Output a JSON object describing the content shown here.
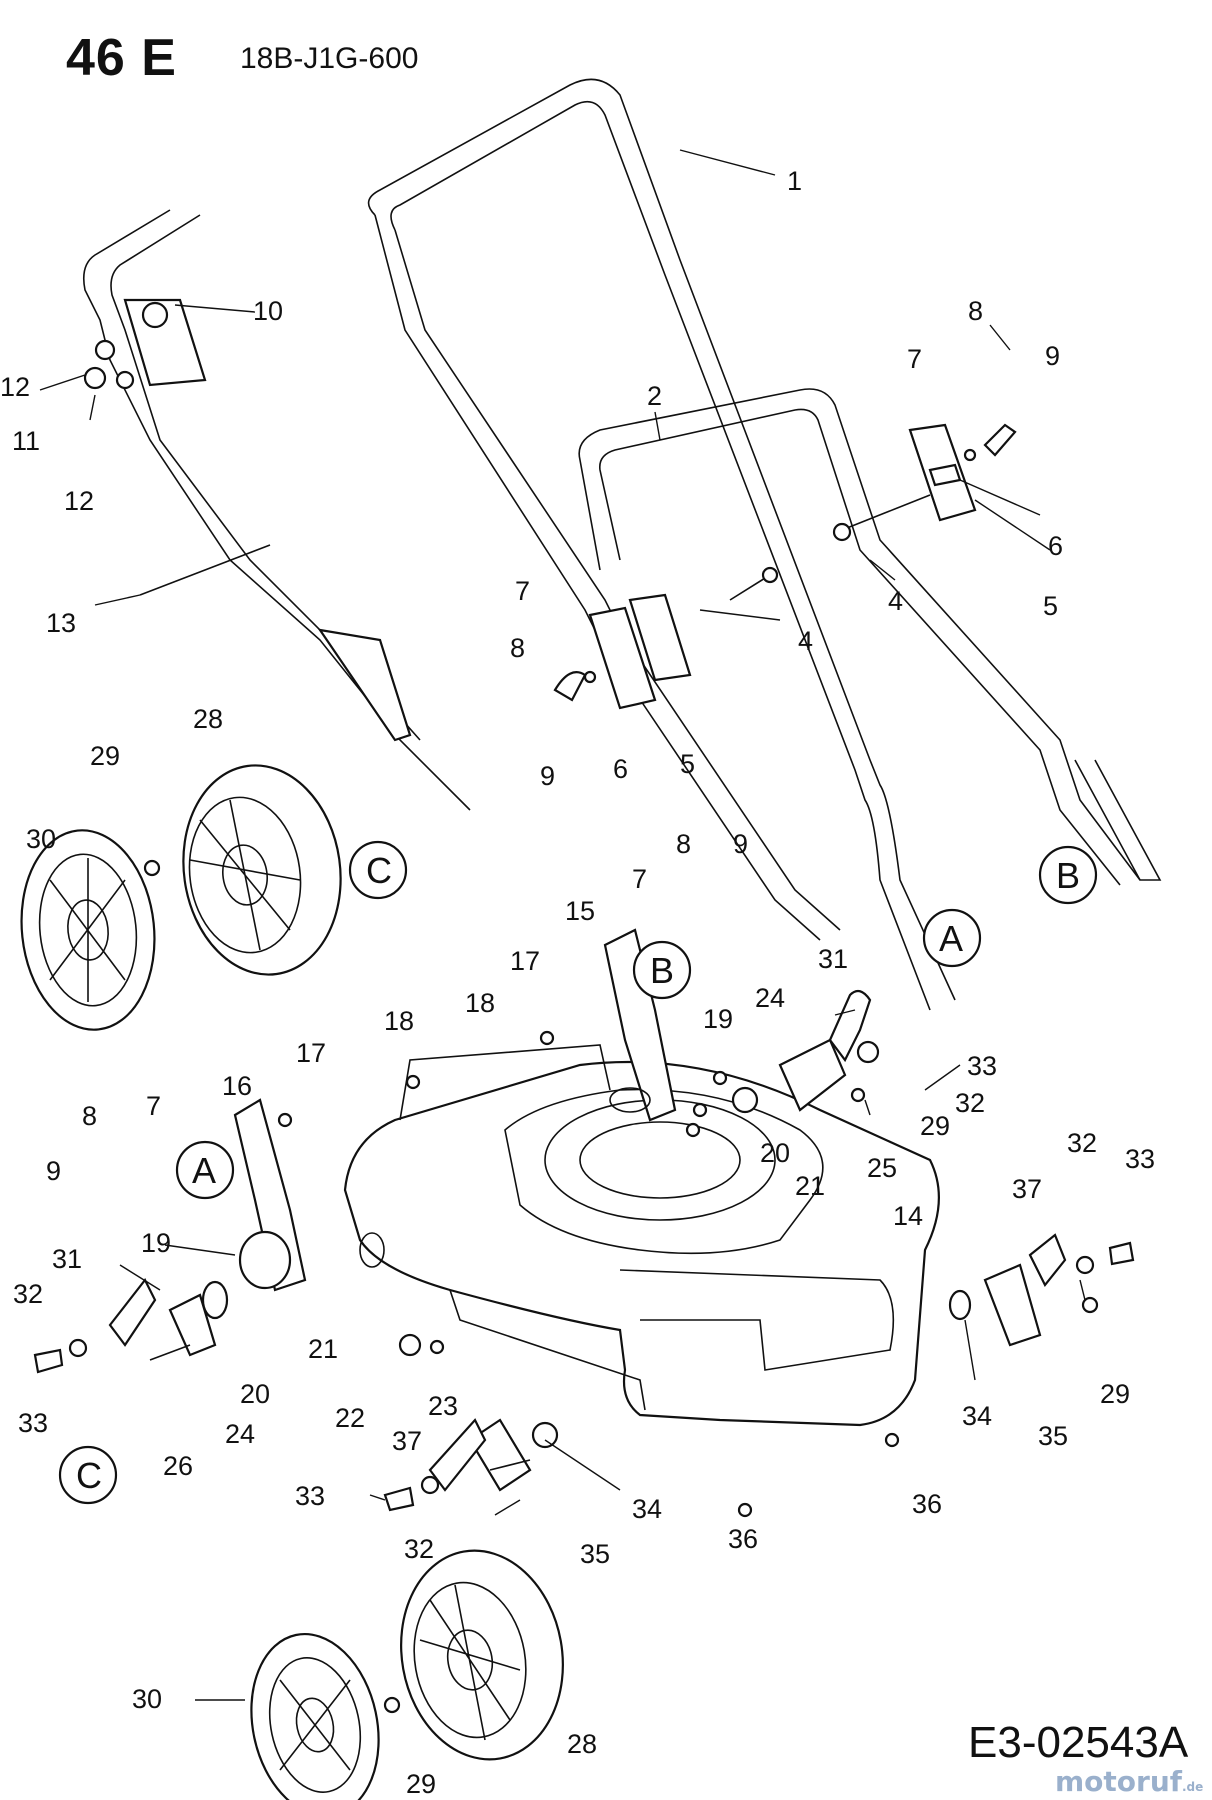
{
  "header": {
    "model": "46 E",
    "code": "18B-J1G-600"
  },
  "footer": {
    "drawing_number": "E3-02543A",
    "watermark": "motoruf",
    "watermark_suffix": ".de"
  },
  "part_labels": {
    "p1": "1",
    "p2": "2",
    "p4": "4",
    "p5": "5",
    "p6": "6",
    "p7": "7",
    "p8": "8",
    "p9": "9",
    "p10": "10",
    "p11": "11",
    "p12": "12",
    "p13": "13",
    "p14": "14",
    "p15": "15",
    "p16": "16",
    "p17": "17",
    "p18": "18",
    "p19": "19",
    "p20": "20",
    "p21": "21",
    "p22": "22",
    "p23": "23",
    "p24": "24",
    "p25": "25",
    "p26": "26",
    "p28": "28",
    "p29": "29",
    "p30": "30",
    "p31": "31",
    "p32": "32",
    "p33": "33",
    "p34": "34",
    "p35": "35",
    "p36": "36",
    "p37": "37"
  },
  "references": {
    "a": "A",
    "b": "B",
    "c": "C"
  },
  "colors": {
    "line": "#111111",
    "background": "#ffffff",
    "watermark": "#9ab0cc"
  }
}
